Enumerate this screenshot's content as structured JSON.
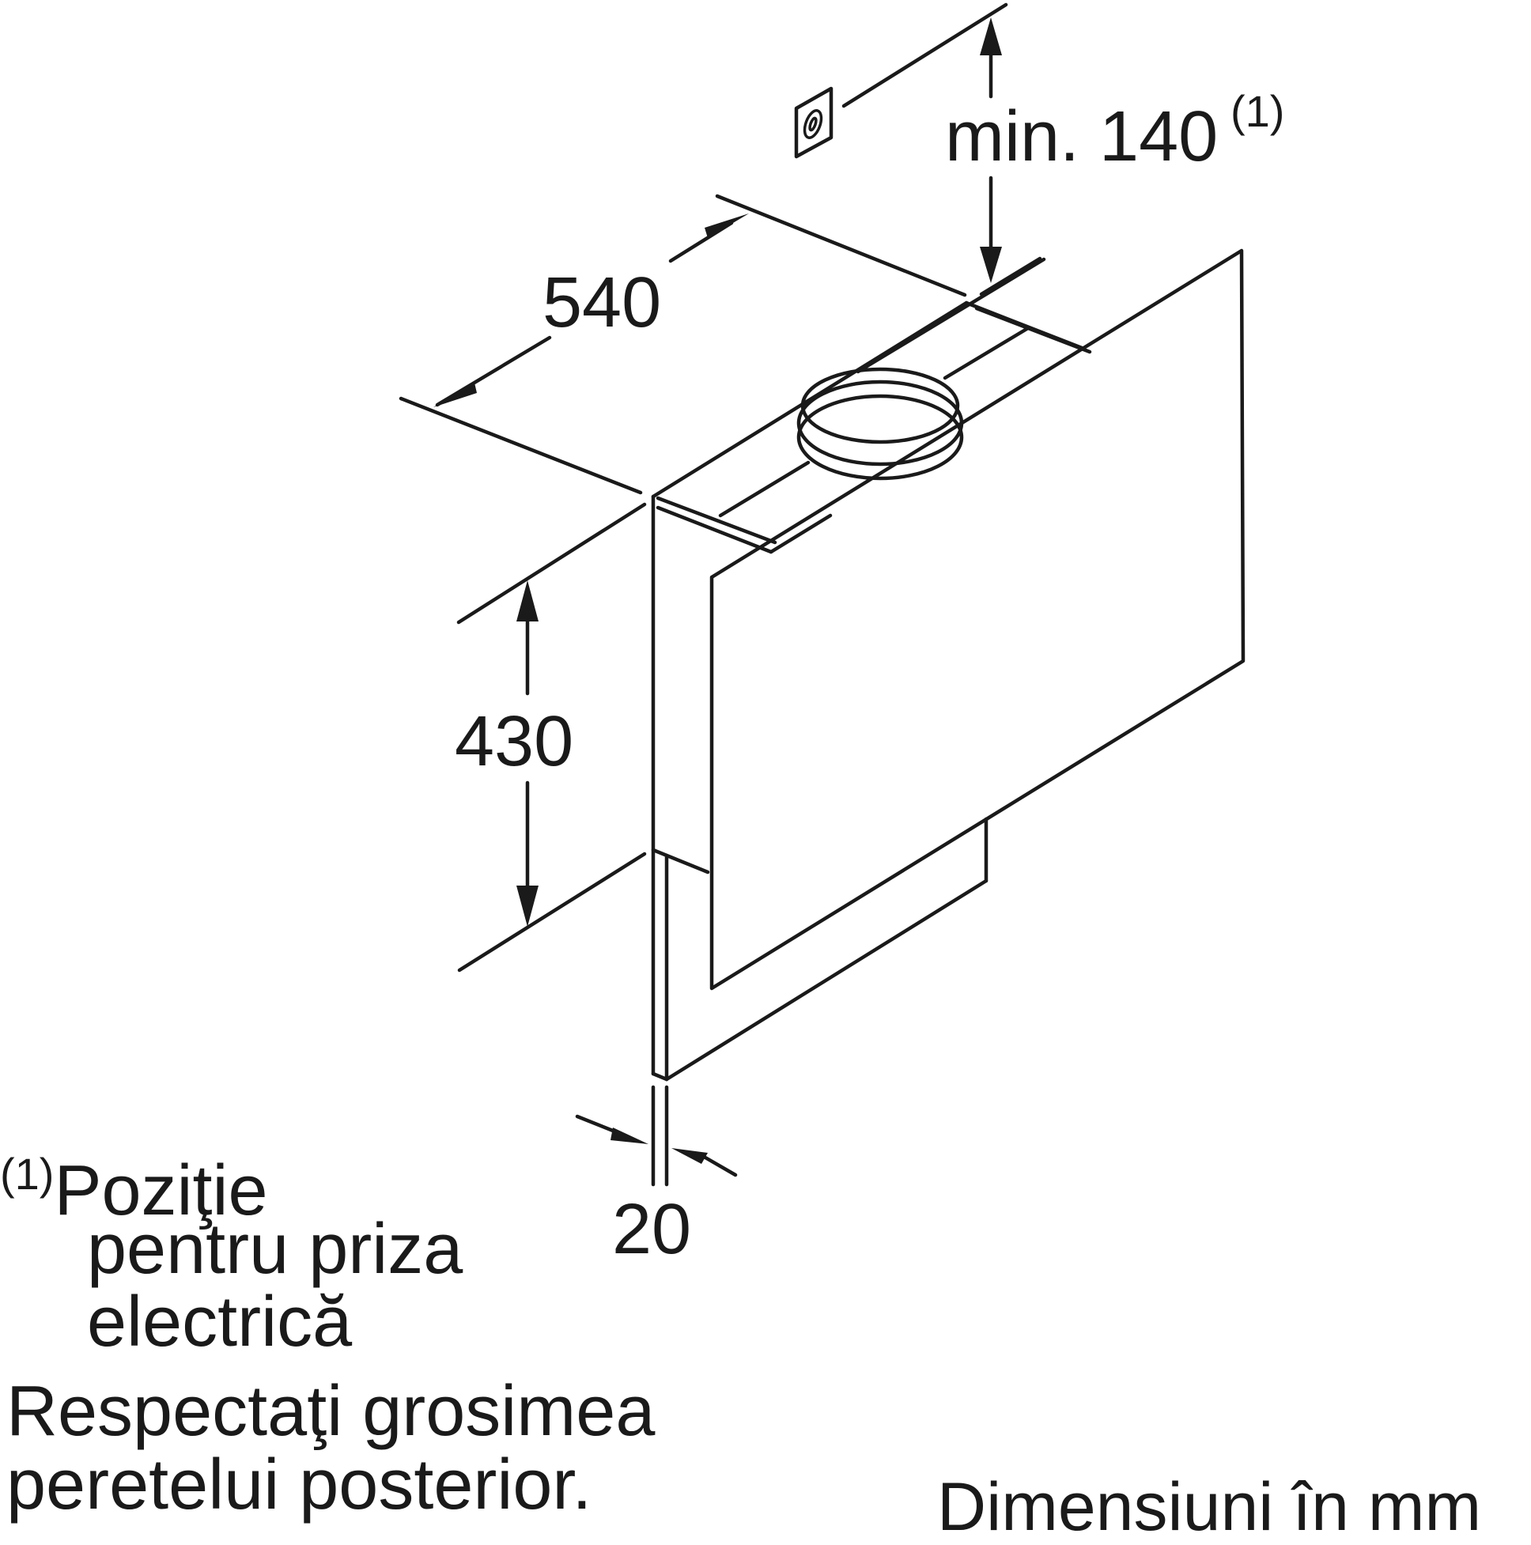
{
  "dimensions": {
    "width": "540",
    "height": "430",
    "thickness": "20",
    "socket_distance": "min. 140",
    "socket_ref": "(1)"
  },
  "notes": {
    "footnote_ref": "(1)",
    "footnote_line1": "Poziţie",
    "footnote_line2": "pentru priza",
    "footnote_line3": "electrică",
    "warning_line1": "Respectaţi grosimea",
    "warning_line2": "peretelui posterior.",
    "units": "Dimensiuni în mm"
  },
  "icons": {
    "socket": "electrical-socket-icon"
  }
}
